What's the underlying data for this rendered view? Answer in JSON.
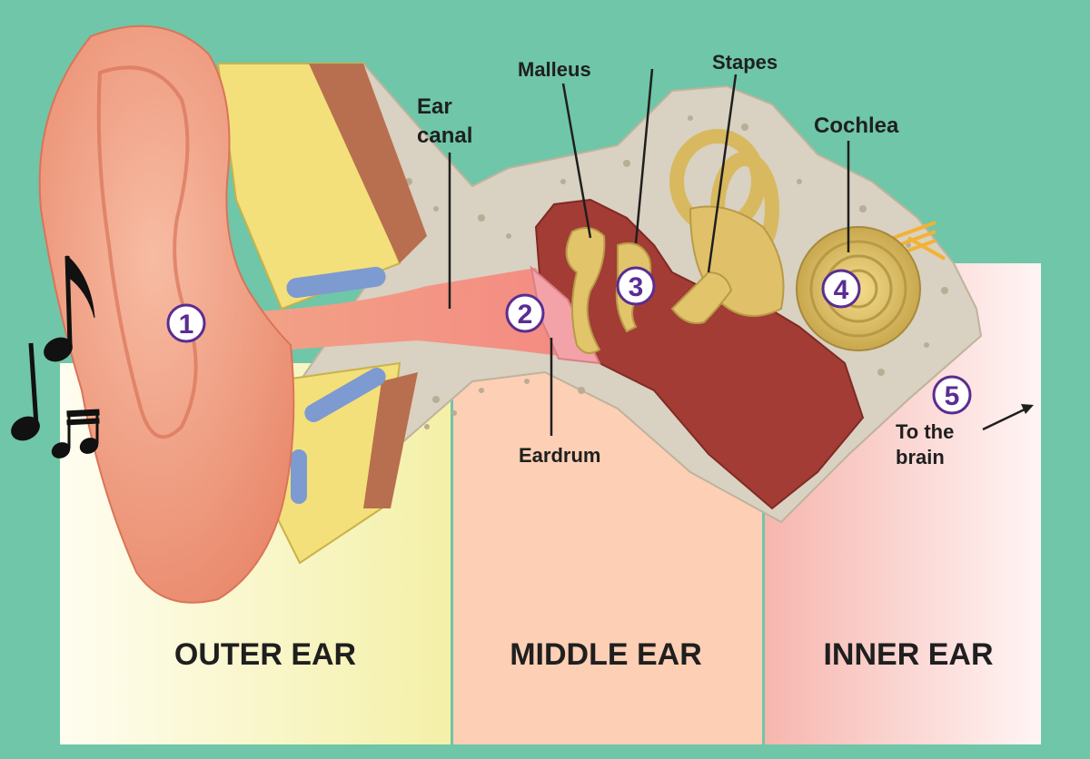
{
  "labels": {
    "ear_canal_line1": "Ear",
    "ear_canal_line2": "canal",
    "malleus": "Malleus",
    "stapes": "Stapes",
    "cochlea": "Cochlea",
    "eardrum": "Eardrum",
    "to_brain_line1": "To the",
    "to_brain_line2": "brain"
  },
  "markers": [
    "1",
    "2",
    "3",
    "4",
    "5"
  ],
  "sections": {
    "outer": "OUTER EAR",
    "middle": "MIDDLE EAR",
    "inner": "INNER EAR"
  },
  "colors": {
    "background": "#6fc6a8",
    "outer_panel": "#f6f3b8",
    "middle_panel": "#fdd0b6",
    "inner_panel": "#f9c9c2",
    "bone": "#d8d0c0",
    "skin": "#f1a58a",
    "ossicles": "#e2c46b",
    "marker_border": "#5a2d91"
  }
}
